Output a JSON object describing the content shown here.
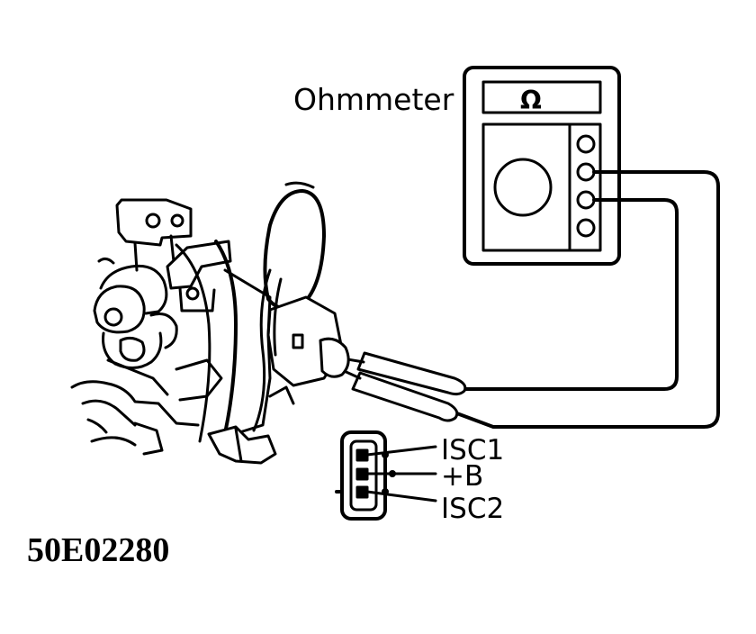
{
  "labels": {
    "meter": "Ohmmeter",
    "meter_symbol": "Ω",
    "pin_top": "ISC1",
    "pin_middle": "+B",
    "pin_bottom": "ISC2",
    "figure_code": "50E02280"
  },
  "colors": {
    "ink": "#000000",
    "paper": "#ffffff"
  }
}
